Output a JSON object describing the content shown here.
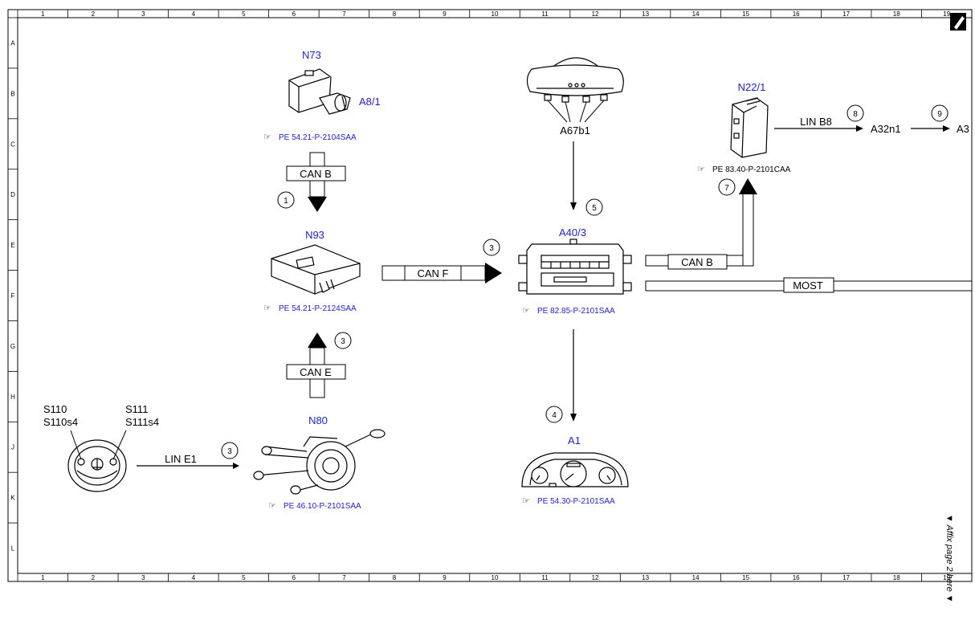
{
  "grid": {
    "columns": [
      "1",
      "2",
      "3",
      "4",
      "5",
      "6",
      "7",
      "8",
      "9",
      "10",
      "11",
      "12",
      "13",
      "14",
      "15",
      "16",
      "17",
      "18",
      "19"
    ],
    "rows": [
      "A",
      "B",
      "C",
      "D",
      "E",
      "F",
      "G",
      "H",
      "J",
      "K",
      "L"
    ]
  },
  "components": {
    "n73": {
      "code": "N73",
      "sub": "A8/1",
      "ref": "PE 54.21-P-2104SAA"
    },
    "n93": {
      "code": "N93",
      "ref": "PE 54.21-P-2124SAA"
    },
    "n80": {
      "code": "N80",
      "ref": "PE 46.10-P-2101SAA"
    },
    "a67b1": {
      "code": "A67b1"
    },
    "a40_3": {
      "code": "A40/3",
      "ref": "PE 82.85-P-2101SAA"
    },
    "a1": {
      "code": "A1",
      "ref": "PE 54.30-P-2101SAA"
    },
    "n22_1": {
      "code": "N22/1",
      "ref": "PE 83.40-P-2101CAA"
    },
    "a32n1": {
      "code": "A32n1"
    },
    "a3_cut": {
      "code": "A3"
    },
    "steering": {
      "left1": "S110",
      "left2": "S110s4",
      "right1": "S111",
      "right2": "S111s4"
    }
  },
  "buses": {
    "can_b_top": "CAN B",
    "can_e": "CAN E",
    "can_f": "CAN F",
    "can_b_right": "CAN B",
    "most": "MOST",
    "lin_b8": "LIN B8",
    "lin_e1": "LIN E1"
  },
  "markers": {
    "m1": "1",
    "m3_can_f": "3",
    "m3_can_e": "3",
    "m3_lin": "3",
    "m4": "4",
    "m5": "5",
    "m7": "7",
    "m8": "8",
    "m9": "9"
  },
  "footer": {
    "affix": "▼ Affix page 2 here ▼"
  }
}
